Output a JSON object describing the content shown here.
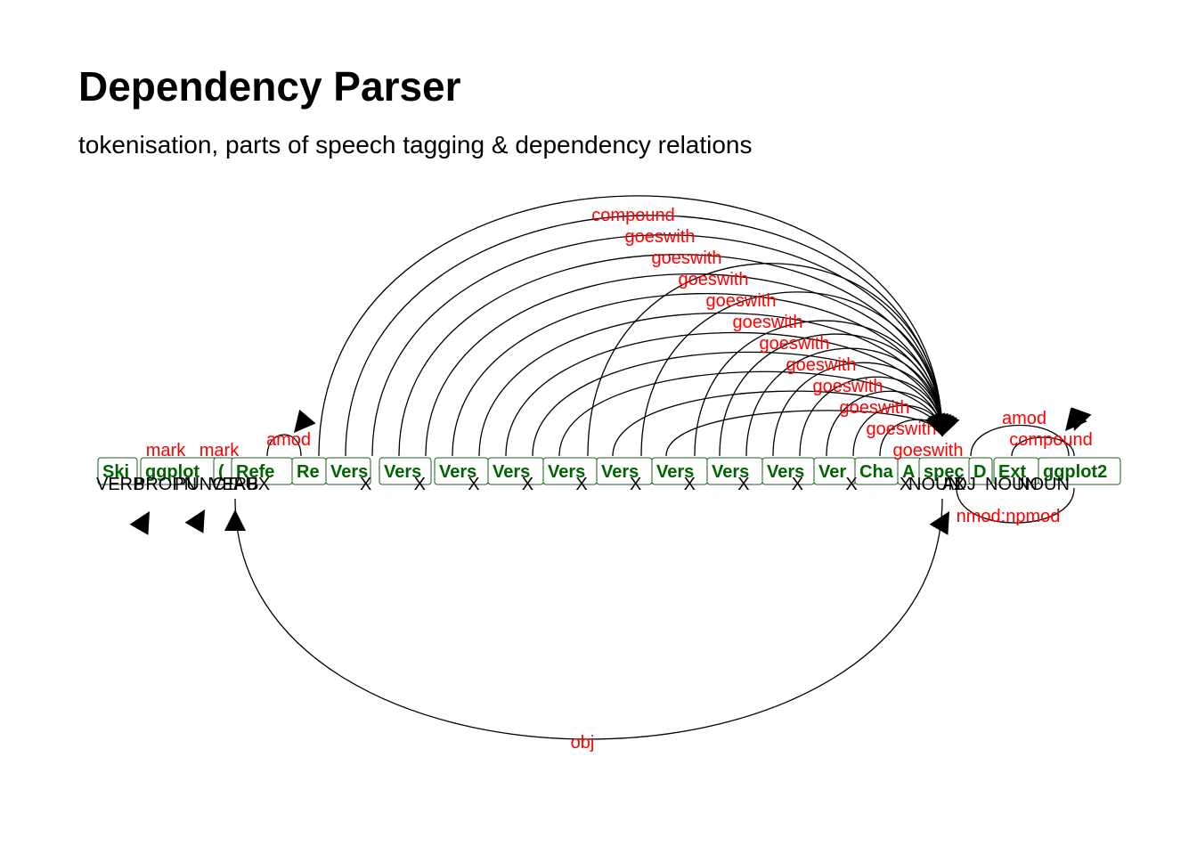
{
  "header": {
    "title": "Dependency Parser",
    "subtitle": "tokenisation, parts of speech tagging & dependency relations"
  },
  "colors": {
    "relation": "#ff0000",
    "token": "#006400",
    "token_border": "#1b5e20",
    "pos": "#000000",
    "arc": "#000000"
  },
  "tokens": [
    {
      "text": "Ski",
      "pos": "VERB"
    },
    {
      "text": "ggplot",
      "pos": "PROPN"
    },
    {
      "text": "(",
      "pos": "PUNCT"
    },
    {
      "text": "Refe",
      "pos": "VERB"
    },
    {
      "text": "Re",
      "pos": "AUX"
    },
    {
      "text": "Vers",
      "pos": "X"
    },
    {
      "text": "Vers",
      "pos": "X"
    },
    {
      "text": "Vers",
      "pos": "X"
    },
    {
      "text": "Vers",
      "pos": "X"
    },
    {
      "text": "Vers",
      "pos": "X"
    },
    {
      "text": "Vers",
      "pos": "X"
    },
    {
      "text": "Vers",
      "pos": "X"
    },
    {
      "text": "Vers",
      "pos": "X"
    },
    {
      "text": "Vers",
      "pos": "X"
    },
    {
      "text": "Ver",
      "pos": "X"
    },
    {
      "text": "Cha",
      "pos": "X"
    },
    {
      "text": "A",
      "pos": "X"
    },
    {
      "text": "spec",
      "pos": "NOUN"
    },
    {
      "text": "D",
      "pos": "ADJ"
    },
    {
      "text": "Ext",
      "pos": "NOUN"
    },
    {
      "text": "ggplot2",
      "pos": "NOUN"
    }
  ],
  "relations_top": [
    {
      "label": "compound"
    },
    {
      "label": "goeswith"
    },
    {
      "label": "goeswith"
    },
    {
      "label": "goeswith"
    },
    {
      "label": "goeswith"
    },
    {
      "label": "goeswith"
    },
    {
      "label": "goeswith"
    },
    {
      "label": "goeswith"
    },
    {
      "label": "goeswith"
    },
    {
      "label": "goeswith"
    },
    {
      "label": "goeswith"
    },
    {
      "label": "goeswith"
    }
  ],
  "relations_small": [
    {
      "label": "mark"
    },
    {
      "label": "mark"
    },
    {
      "label": "amod"
    },
    {
      "label": "amod"
    },
    {
      "label": "compound"
    }
  ],
  "relations_bottom": [
    {
      "label": "obj"
    },
    {
      "label": "nmod:npmod"
    }
  ]
}
